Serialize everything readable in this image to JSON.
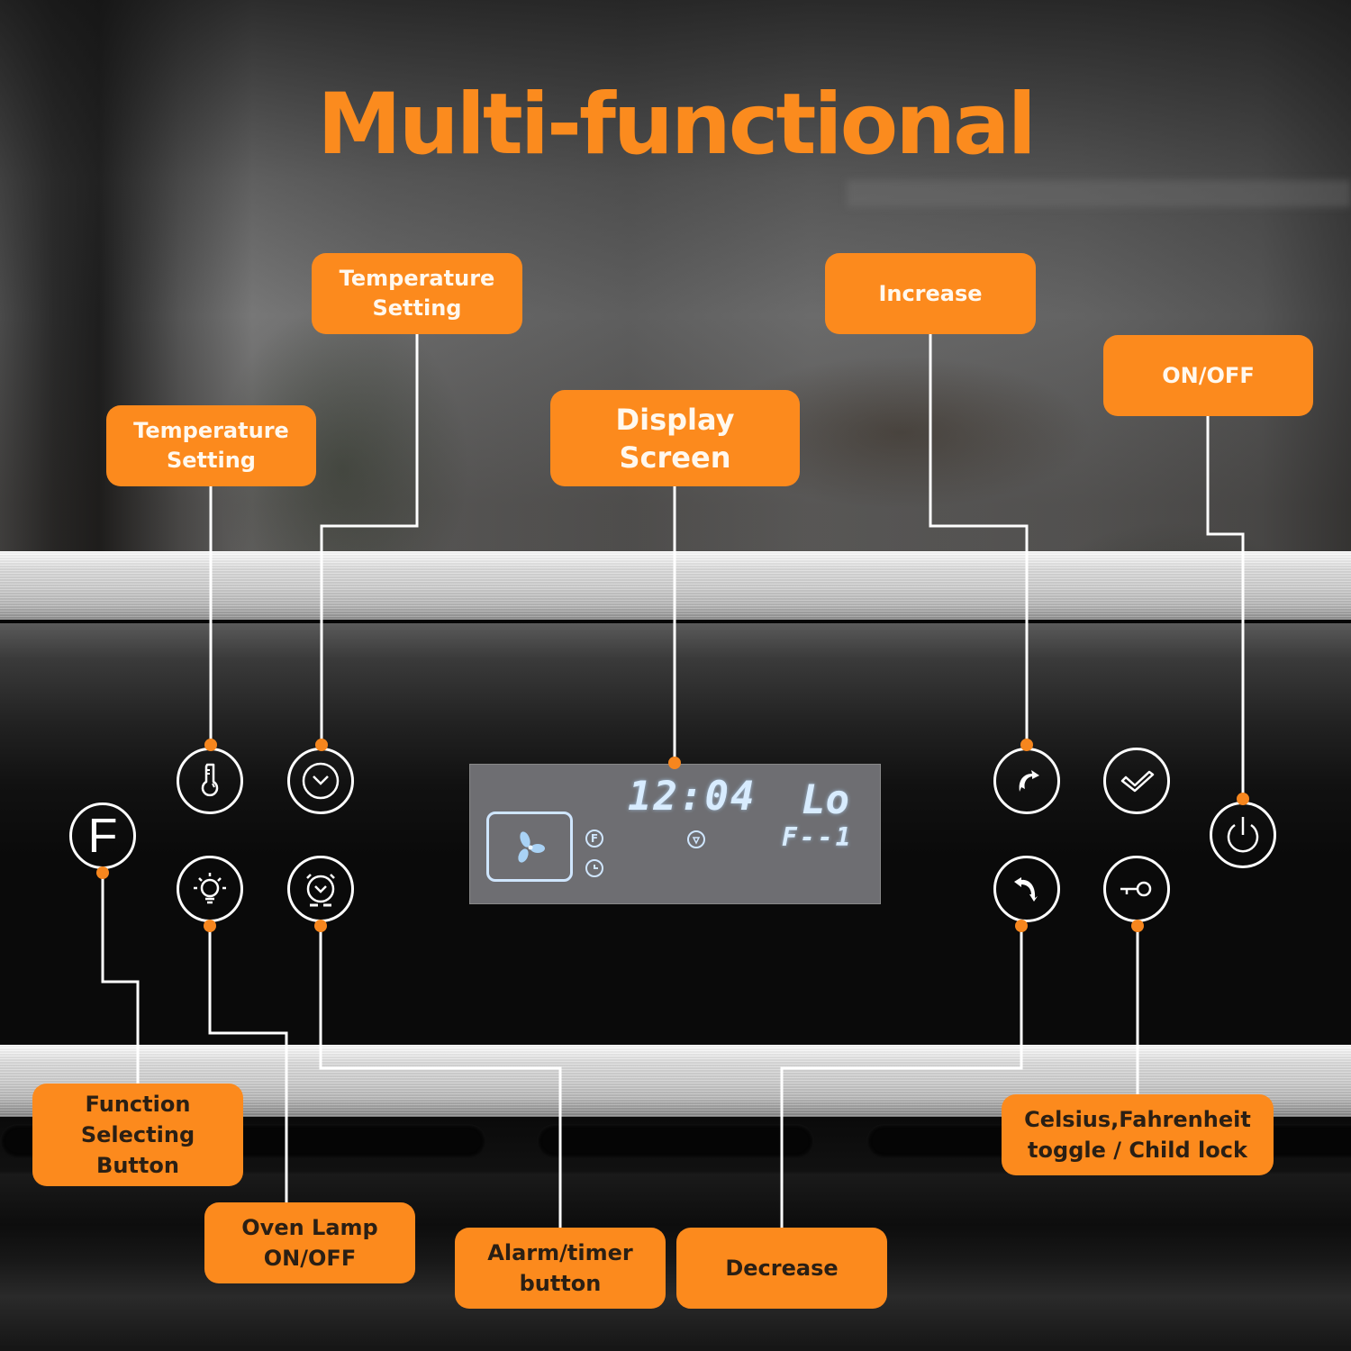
{
  "title": "Multi-functional",
  "colors": {
    "accent": "#fc8a1d",
    "title": "#fb8b1e",
    "label_text_light": "#fff8ee",
    "label_text_dark": "#2a1f14",
    "display_bg": "#6e6e72",
    "display_segment": "#d8ecff",
    "panel": "#0a0a0a",
    "line": "#ffffff"
  },
  "callouts": {
    "temp_setting_left": "Temperature\nSetting",
    "temp_setting_top": "Temperature\nSetting",
    "display_screen": "Display\nScreen",
    "increase": "Increase",
    "on_off": "ON/OFF",
    "function_selecting": "Function\nSelecting\nButton",
    "oven_lamp": "Oven Lamp\nON/OFF",
    "alarm_timer": "Alarm/timer\nbutton",
    "decrease": "Decrease",
    "celsius_childlock": "Celsius,Fahrenheit\ntoggle / Child lock"
  },
  "buttons": {
    "function": {
      "label": "F",
      "icon": "letter-f-icon"
    },
    "temperature": {
      "icon": "thermometer-icon"
    },
    "clock": {
      "icon": "clock-icon"
    },
    "lamp": {
      "icon": "light-bulb-icon"
    },
    "alarm": {
      "icon": "alarm-clock-icon"
    },
    "increase": {
      "icon": "curved-arrow-up-right-icon"
    },
    "confirm": {
      "icon": "checkmark-icon"
    },
    "decrease": {
      "icon": "curved-arrow-down-right-icon"
    },
    "lock": {
      "icon": "key-icon"
    },
    "power": {
      "icon": "power-icon"
    }
  },
  "display": {
    "time": "12:04",
    "mode": "Lo",
    "function_code": "F--1",
    "indicators": {
      "fahrenheit": "F",
      "fan": "fan-icon",
      "timer": "clock-icon",
      "lamp": "light-bulb-icon"
    }
  }
}
